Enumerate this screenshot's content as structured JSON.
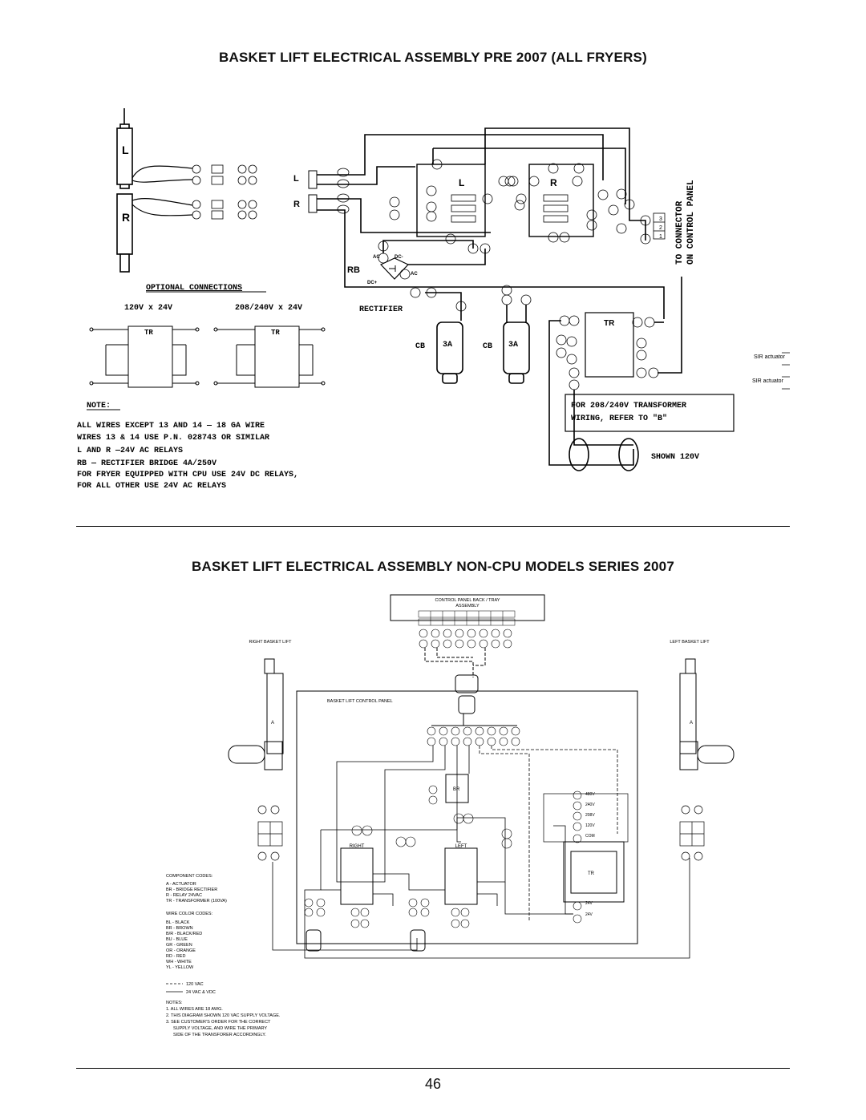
{
  "page": {
    "title_top": "BASKET LIFT ELECTRICAL ASSEMBLY PRE 2007 (ALL FRYERS)",
    "title_bottom": "BASKET LIFT ELECTRICAL ASSEMBLY NON-CPU MODELS SERIES 2007",
    "page_number": "46"
  },
  "top": {
    "actuator_left": "L",
    "actuator_right": "R",
    "optional_connections": "OPTIONAL CONNECTIONS",
    "tr120": "120V x 24V",
    "tr208": "208/240V x 24V",
    "tr_label": "TR",
    "rectifier": "RECTIFIER",
    "rb": "RB",
    "cb": "CB",
    "amp": "3A",
    "to_connector": "TO CONNECTOR",
    "on_control_panel": "ON CONTROL PANEL",
    "note_title": "NOTE:",
    "notes": [
      "ALL WIRES EXCEPT 13 AND 14 — 18 GA WIRE",
      "WIRES 13 & 14 USE P.N. 028743 OR SIMILAR",
      "L AND R —24V AC RELAYS",
      "RB — RECTIFIER BRIDGE 4A/250V",
      "FOR FRYER EQUIPPED WITH CPU USE 24V DC RELAYS,",
      "FOR ALL OTHER   USE 24V AC RELAYS"
    ],
    "for208_1": "FOR 208/240V TRANSFORMER",
    "for208_2": "WIRING, REFER TO \"B\"",
    "shown": "SHOWN 120V",
    "sir1": "SIR actuator",
    "sir2": "SIR actuator",
    "ac": "AC",
    "dc_minus": "DC-",
    "dc_plus": "DC+"
  },
  "bottom": {
    "ctrl_panel_1": "CONTROL PANEL BACK / TRAY",
    "ctrl_panel_2": "ASSEMBLY",
    "right_lift": "RIGHT BASKET LIFT",
    "left_lift": "LEFT BASKET LIFT",
    "bl_panel": "BASKET LIFT CONTROL PANEL",
    "right": "RIGHT",
    "left": "LEFT",
    "tr": "TR",
    "v480": "480V",
    "v240": "240V",
    "v208": "208V",
    "v120": "120V",
    "com": "COM",
    "v24a": "24V",
    "v24b": "24V",
    "component_title": "COMPONENT CODES:",
    "component_codes": [
      "A - ACTUATOR",
      "BR - BRIDGE RECTIFIER",
      "R - RELAY 24VAC",
      "TR - TRANSFORMER (100VA)"
    ],
    "wire_title": "WIRE COLOR CODES:",
    "wire_codes": [
      "BL - BLACK",
      "BR - BROWN",
      "B/R - BLACK/RED",
      "BU - BLUE",
      "GR - GREEN",
      "OR - ORANGE",
      "RD - RED",
      "WH - WHITE",
      "YL - YELLOW"
    ],
    "legend_120": "120 VAC",
    "legend_24": "24 VAC & VDC",
    "notes_title": "NOTES:",
    "notes": [
      "1. ALL WIRES ARE 18 AWG.",
      "2. THIS DIAGRAM SHOWN 120 VAC SUPPLY VOLTAGE.",
      "3. SEE CUSTOMER'S ORDER FOR THE CORRECT",
      "SUPPLY VOLTAGE, AND WIRE THE PRIMARY",
      "SIDE OF THE TRANSFORER ACCORDINGLY."
    ]
  }
}
